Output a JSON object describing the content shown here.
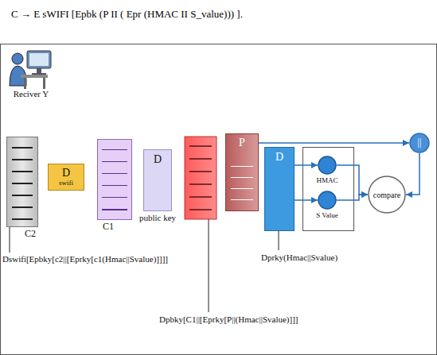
{
  "diagram": {
    "title": "C → E sWIFI [Epbk (P II ( Epr (HMAC II S_value))) ].",
    "nodes": [
      {
        "text": [
          "C2"
        ]
      },
      {
        "text": [
          "D",
          "swifi"
        ]
      },
      {
        "text": [
          "C1"
        ]
      },
      {
        "text": [
          "D",
          "public key"
        ]
      },
      {
        "text": [
          "P"
        ]
      },
      {
        "text": [
          "D"
        ]
      },
      {
        "text": [
          "HMAC"
        ]
      },
      {
        "text": [
          "S Value"
        ]
      },
      {
        "text": [
          "compare"
        ]
      },
      {
        "text": [
          "||"
        ]
      }
    ],
    "edges": [
      {
        "from": 4,
        "to": 9,
        "arrow": "to"
      },
      {
        "from": 5,
        "to": 6,
        "arrow": "to"
      },
      {
        "from": 5,
        "to": 7,
        "arrow": "to"
      },
      {
        "from": 6,
        "to": 8,
        "arrow": "to"
      },
      {
        "from": 7,
        "to": 8,
        "arrow": "to"
      },
      {
        "from": 9,
        "to": 8,
        "arrow": "to"
      }
    ],
    "labels": [
      "Reciver Y",
      "Dswifi[Epbky[c2||[Eprky[c1(Hmac||Svalue)]]]]",
      "Dpbky[C1||[Eprky[P||(Hmac||Svalue)]]]",
      "Dprky(Hmac||Svalue)"
    ]
  }
}
